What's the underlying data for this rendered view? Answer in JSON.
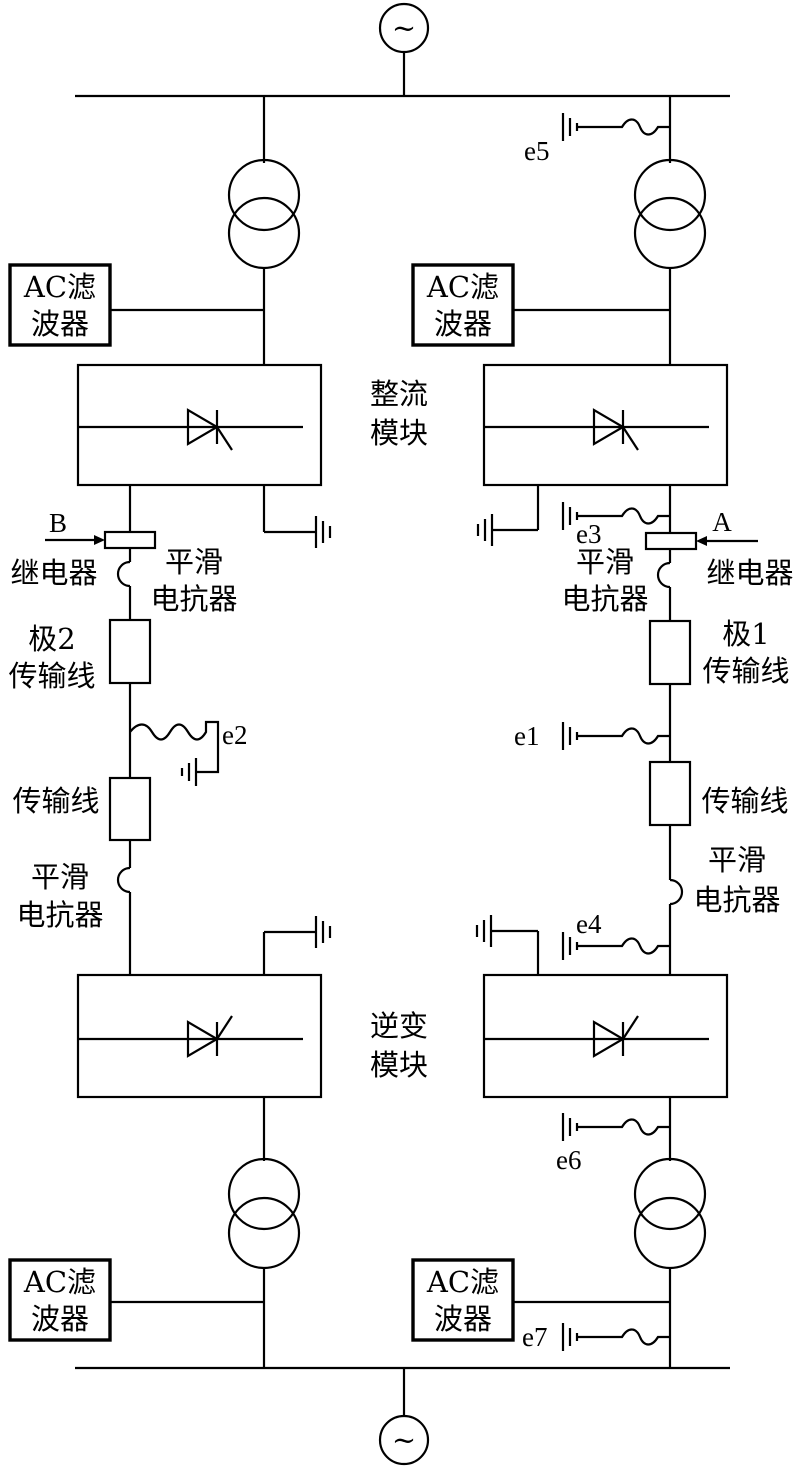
{
  "source_symbol": "~",
  "ac_filter": [
    "AC滤",
    "波器"
  ],
  "labels": {
    "rectifier": [
      "整流",
      "模块"
    ],
    "inverter": [
      "逆变",
      "模块"
    ],
    "relay": "继电器",
    "smoothing_reactor": [
      "平滑",
      "电抗器"
    ],
    "pole1_line": [
      "极1",
      "传输线"
    ],
    "pole2_line": [
      "极2",
      "传输线"
    ],
    "line": "传输线",
    "point_a": "A",
    "point_b": "B"
  },
  "faults": {
    "e1": "e1",
    "e2": "e2",
    "e3": "e3",
    "e4": "e4",
    "e5": "e5",
    "e6": "e6",
    "e7": "e7"
  }
}
